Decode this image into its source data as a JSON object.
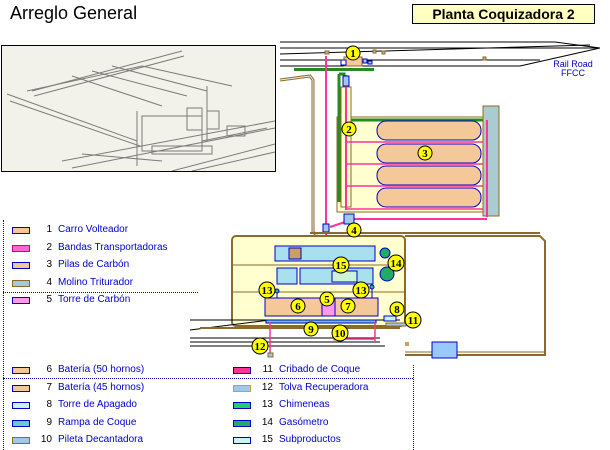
{
  "header": {
    "title": "Arreglo General",
    "plant_name": "Planta Coquizadora 2"
  },
  "photo": {
    "description": "isometric sketch of coking plant"
  },
  "rail_label": {
    "line1": "Rail Road",
    "line2": "FFCC"
  },
  "legend_group_a": [
    {
      "num": "1",
      "label": "Carro Volteador",
      "fill": "#f5c89a",
      "border": "#0000cc"
    },
    {
      "num": "2",
      "label": "Bandas Transportadoras",
      "fill": "#ff66cc",
      "border": "#cc0099"
    },
    {
      "num": "3",
      "label": "Pilas de Carbón",
      "fill": "#f5c89a",
      "border": "#0000cc"
    },
    {
      "num": "4",
      "label": "Molino Triturador",
      "fill": "#a0c8e8",
      "border": "#8b6b2a"
    },
    {
      "num": "5",
      "label": "Torre de Carbón",
      "fill": "#ff99ee",
      "border": "#0000cc"
    }
  ],
  "legend_group_b": [
    {
      "num": "6",
      "label": "Batería (50 hornos)",
      "fill": "#f5c89a",
      "border": "#0000cc"
    },
    {
      "num": "7",
      "label": "Batería (45 hornos)",
      "fill": "#f5c89a",
      "border": "#0000cc"
    },
    {
      "num": "8",
      "label": "Torre de Apagado",
      "fill": "#c8f4f8",
      "border": "#0000cc"
    },
    {
      "num": "9",
      "label": "Rampa de Coque",
      "fill": "#66cccc",
      "border": "#0000cc"
    },
    {
      "num": "10",
      "label": "Pileta Decantadora",
      "fill": "#a0c8e8",
      "border": "#8b6b2a"
    }
  ],
  "legend_group_c": [
    {
      "num": "11",
      "label": "Cribado de Coque",
      "fill": "#ff3399",
      "border": "#0000cc"
    },
    {
      "num": "12",
      "label": "Tolva Recuperadora",
      "fill": "#a0c8e8",
      "border": "#c8a040"
    },
    {
      "num": "13",
      "label": "Chimeneas",
      "fill": "#22cc66",
      "border": "#0000cc"
    },
    {
      "num": "14",
      "label": "Gasómetro",
      "fill": "#22aa66",
      "border": "#0000cc"
    },
    {
      "num": "15",
      "label": "Subproductos",
      "fill": "#c8f4f8",
      "border": "#0000cc"
    }
  ],
  "map_markers": [
    "1",
    "2",
    "3",
    "4",
    "5",
    "6",
    "7",
    "8",
    "9",
    "10",
    "11",
    "12",
    "13",
    "13",
    "14",
    "15"
  ],
  "colors": {
    "road": "#8b6b2a",
    "yard": "#ffffd0",
    "conveyor": "#ff3399",
    "pile": "#f5c89a",
    "outline": "#0000cc",
    "marker": "#ffff00",
    "green_wall": "#228b22"
  }
}
